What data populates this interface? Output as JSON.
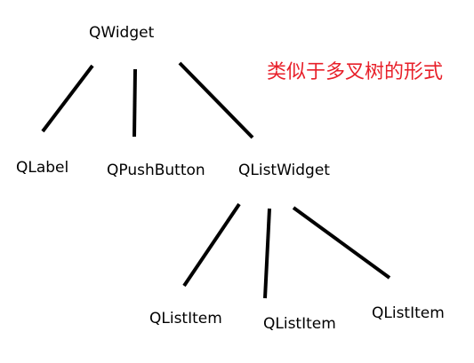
{
  "diagram": {
    "caption": "类似于多叉树的形式",
    "caption_color": "#e8202a",
    "line_color": "#000000",
    "nodes": {
      "root": "QWidget",
      "qlabel": "QLabel",
      "qpushbutton": "QPushButton",
      "qlistwidget": "QListWidget",
      "item1": "QListItem",
      "item2": "QListItem",
      "item3": "QListItem"
    },
    "edges": [
      [
        "root",
        "qlabel"
      ],
      [
        "root",
        "qpushbutton"
      ],
      [
        "root",
        "qlistwidget"
      ],
      [
        "qlistwidget",
        "item1"
      ],
      [
        "qlistwidget",
        "item2"
      ],
      [
        "qlistwidget",
        "item3"
      ]
    ]
  }
}
